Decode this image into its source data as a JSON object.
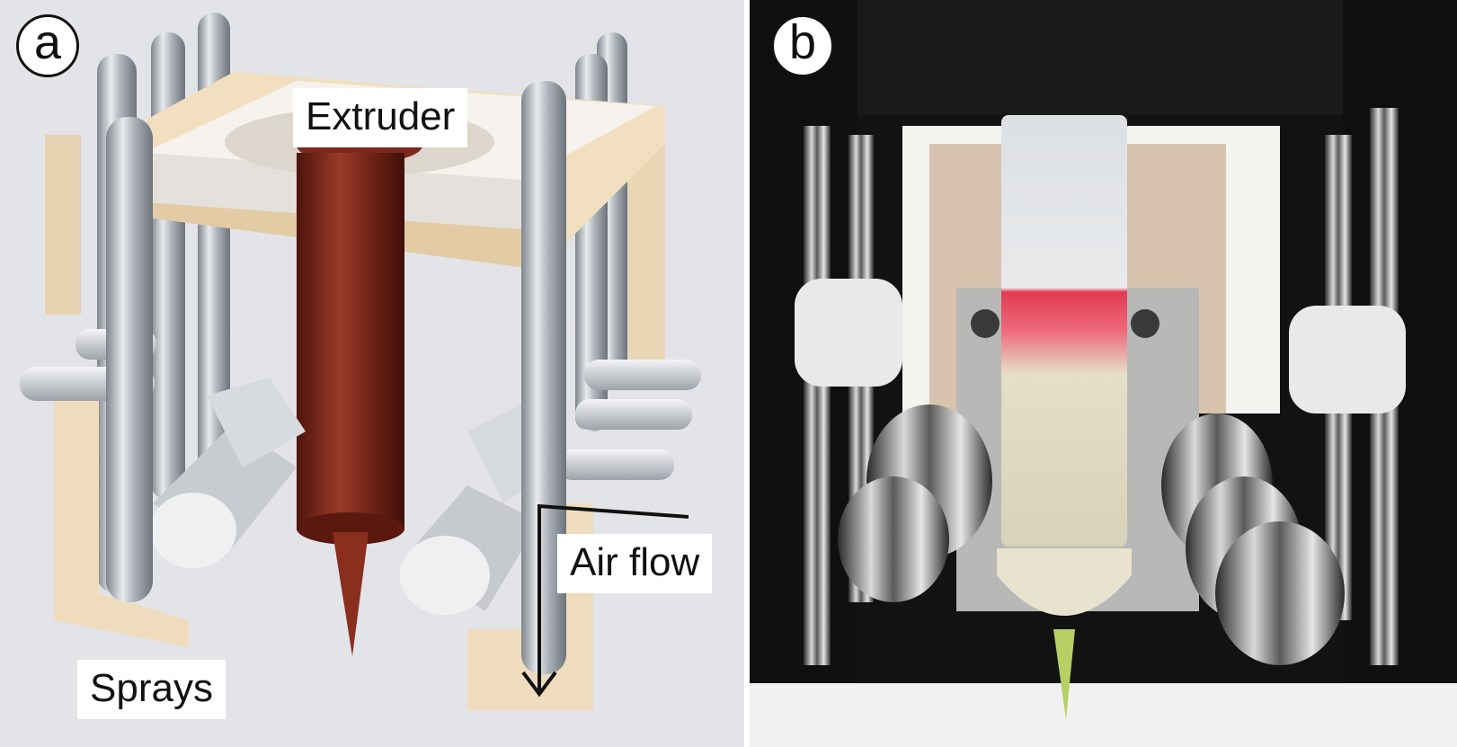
{
  "panels": {
    "a": {
      "badge": "a"
    },
    "b": {
      "badge": "b"
    }
  },
  "labels": {
    "extruder": "Extruder",
    "air_flow": "Air flow",
    "sprays": "Sprays"
  },
  "colors": {
    "frame": "#f0dcbc",
    "white_part": "#f3f0ea",
    "syringe": "#7a2a1c",
    "steel": "#b4b8be",
    "arrow": "#111111",
    "photo_bg": "#121212",
    "red_fill": "#e23a52",
    "nozzle_green": "#b7cf63"
  }
}
